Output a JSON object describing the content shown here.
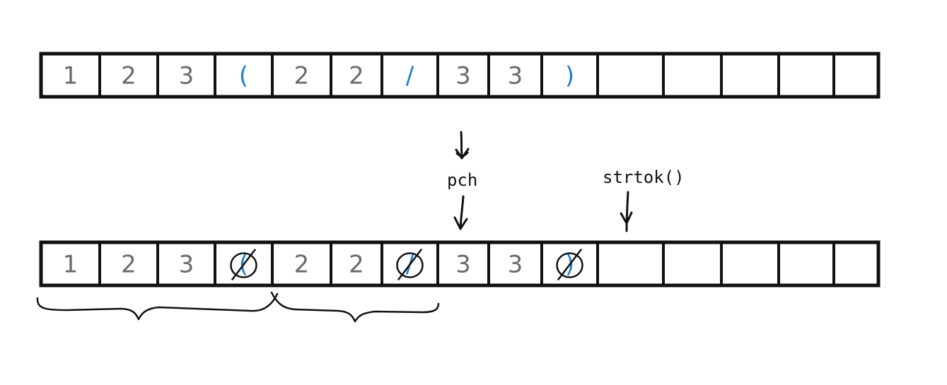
{
  "colors": {
    "ink": "#111111",
    "digit": "#6b6b6b",
    "accent": "#1f7fc9"
  },
  "top_row": {
    "cells": [
      "1",
      "2",
      "3",
      "(",
      "2",
      "2",
      "/",
      "3",
      "3",
      ")",
      "",
      "",
      "",
      "",
      ""
    ],
    "accent_chars": [
      "(",
      "/",
      ")"
    ]
  },
  "bottom_row": {
    "cells": [
      "1",
      "2",
      "3",
      "(",
      "2",
      "2",
      "/",
      "3",
      "3",
      ")",
      "",
      "",
      "",
      "",
      ""
    ],
    "null_marked": [
      3,
      6,
      9
    ]
  },
  "pointers": {
    "pch_label": "pch",
    "strtok_label": "strtok()"
  }
}
